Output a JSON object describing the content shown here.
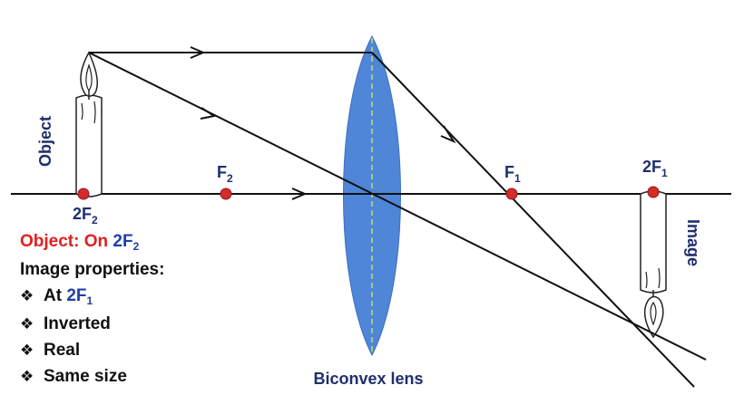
{
  "labels": {
    "object": "Object",
    "image": "Image",
    "lens": "Biconvex lens",
    "f2_main": "F",
    "f2_sub": "2",
    "f1_main": "F",
    "f1_sub": "1",
    "twof1_main": "2F",
    "twof1_sub": "1",
    "twof2_main": "2F",
    "twof2_sub": "2"
  },
  "properties": {
    "object_on_prefix": "Object: On ",
    "object_on_main": "2F",
    "object_on_sub": "2",
    "heading": "Image properties:",
    "bullet_symbol": "❖",
    "items": [
      {
        "main": "At ",
        "accent_main": "2F",
        "accent_sub": "1"
      },
      {
        "main": "Inverted"
      },
      {
        "main": "Real"
      },
      {
        "main": "Same size"
      }
    ]
  },
  "colors": {
    "lens_fill": "#4f86d8",
    "lens_axis": "#b9d77c",
    "focal_point": "#d62b2b",
    "label_navy": "#1f2f6e",
    "label_red": "#e0201f",
    "accent_blue": "#1f3fa6"
  }
}
